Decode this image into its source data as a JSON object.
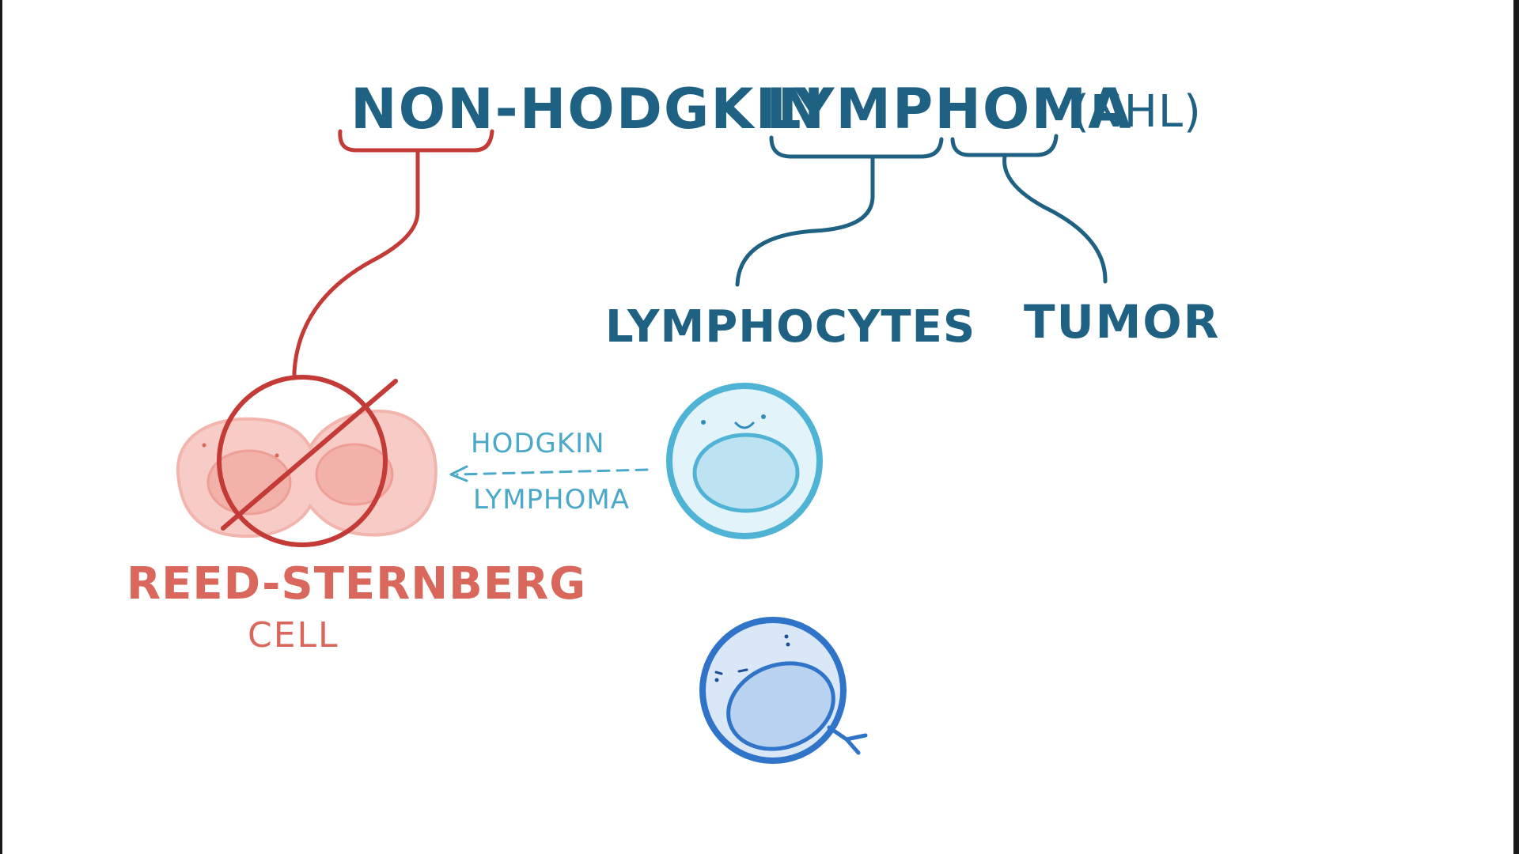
{
  "title": {
    "non_hodgkin": "NON-HODGKIN",
    "lymphoma": "LYMPHOMA",
    "abbrev": "(NHL)"
  },
  "labels": {
    "lymphocytes": "LYMPHOCYTES",
    "tumor": "TUMOR",
    "arrow_line1": "HODGKIN",
    "arrow_line2": "LYMPHOMA",
    "rs_line1": "REED-STERNBERG",
    "rs_line2": "CELL"
  },
  "colors": {
    "title_blue": "#1f6183",
    "red": "#c33a36",
    "rs_text": "#d9675c",
    "rs_cell_fill": "#f6c4bd",
    "rs_cell_stroke": "#f0a9a1",
    "lymph_light_stroke": "#4fb3d6",
    "lymph_light_fill": "#cdeaf5",
    "lymph_dark_stroke": "#2f74c8",
    "lymph_dark_fill": "#c9dcf3",
    "arrow_text": "#4aa8c8"
  },
  "icons": {
    "prohibition": "no-symbol",
    "reed_sternberg": "binucleate-cell",
    "lymphocyte": "smiling-cell"
  }
}
